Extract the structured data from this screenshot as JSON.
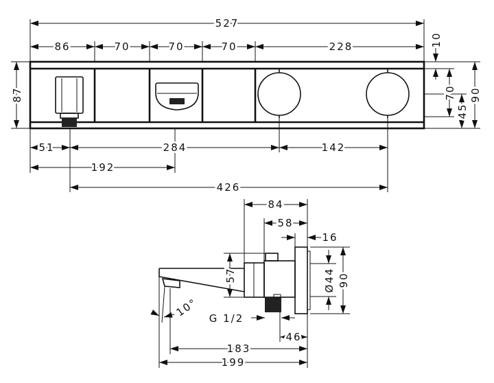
{
  "front_view": {
    "dimensions": {
      "overall_width": "527",
      "segment_1": "86",
      "segment_2": "70",
      "segment_3": "70",
      "segment_4": "70",
      "segment_5": "228",
      "top_strip": "10",
      "height_inner": "70",
      "knob_center": "45",
      "overall_height": "90",
      "left_height": "87",
      "outlet_offset": "51",
      "outlet_to_knob": "284",
      "knob_spacing": "142",
      "outlet_to_handle": "192",
      "outlet_to_knob2": "426"
    }
  },
  "side_view": {
    "dimensions": {
      "depth_84": "84",
      "depth_58": "58",
      "plate_16": "16",
      "body_57": "57",
      "diameter_44": "Ø44",
      "plate_90": "90",
      "thread": "G 1/2",
      "angle": "10°",
      "connector_46": "46",
      "spout_183": "183",
      "spout_199": "199"
    }
  }
}
